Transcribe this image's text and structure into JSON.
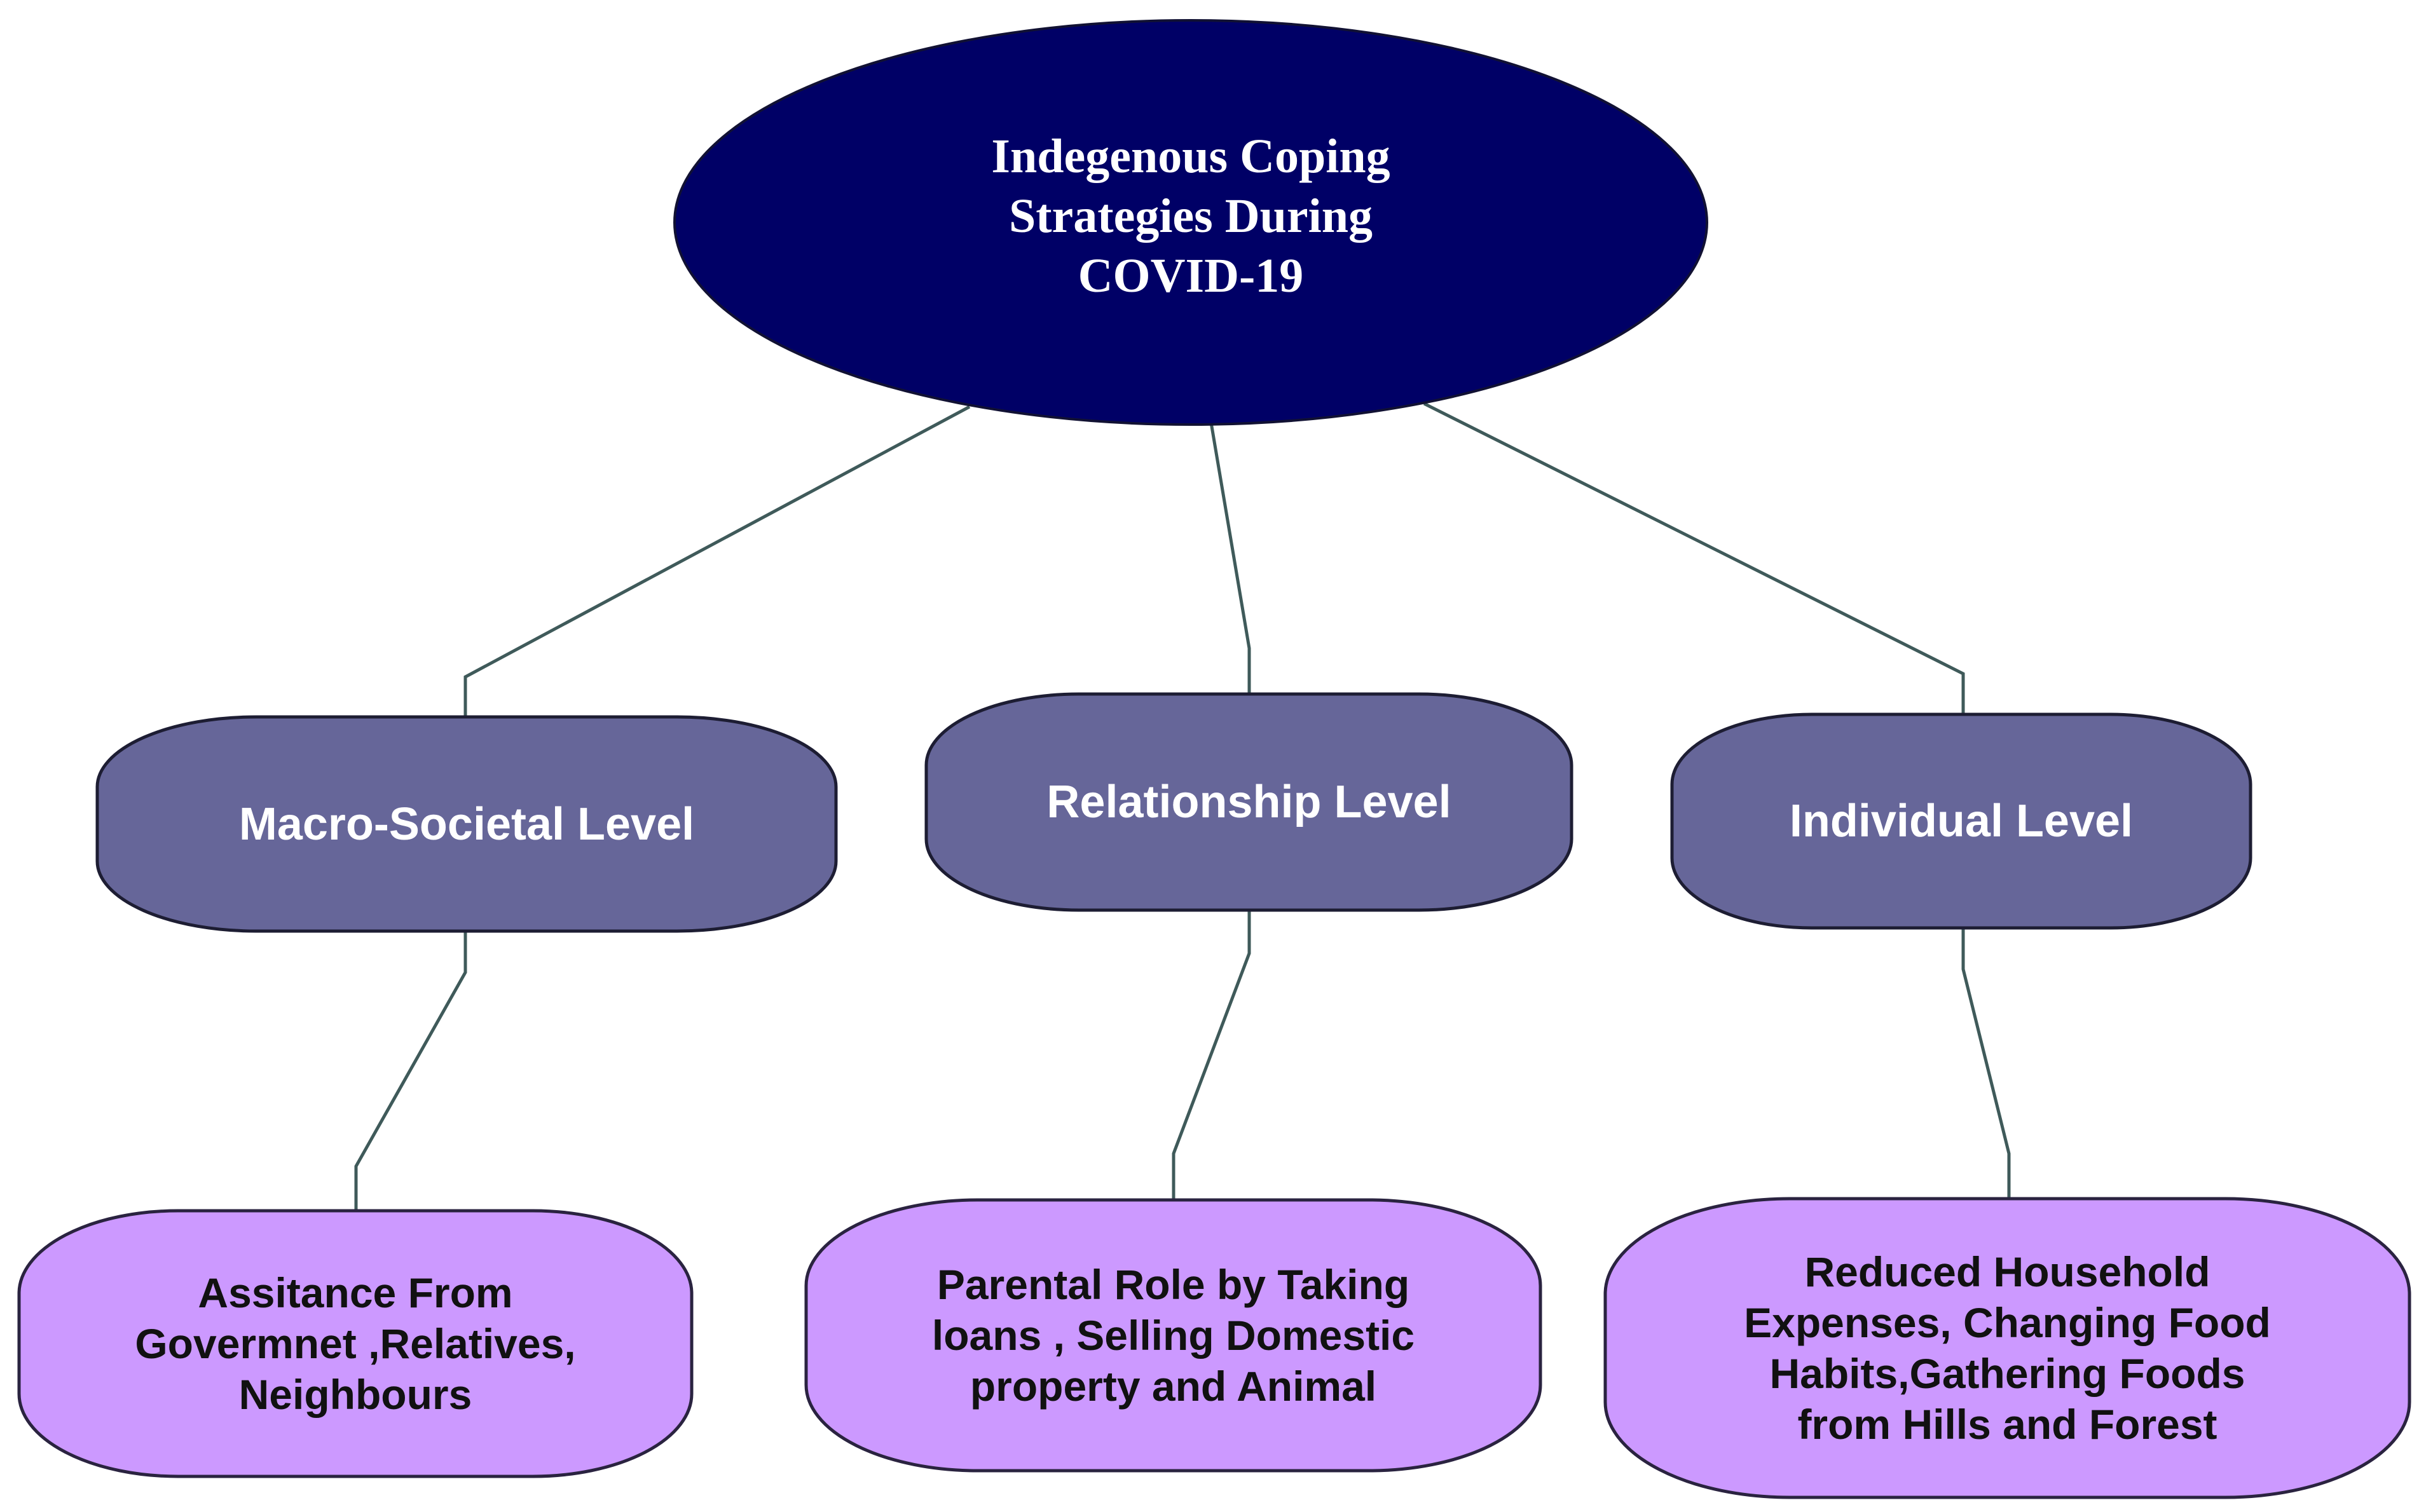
{
  "diagram": {
    "root": {
      "lines": [
        "Indegenous Coping",
        "Strategies During",
        "COVID-19"
      ]
    },
    "levels": [
      {
        "label": "Macro-Societal Level"
      },
      {
        "label": "Relationship Level"
      },
      {
        "label": "Individual Level"
      }
    ],
    "leaves": [
      {
        "lines": [
          "Assitance From",
          "Govermnet ,Relatives,",
          "Neighbours"
        ]
      },
      {
        "lines": [
          "Parental Role by Taking",
          "loans , Selling Domestic",
          "property and Animal"
        ]
      },
      {
        "lines": [
          "Reduced Household",
          "Expenses, Changing Food",
          "Habits,Gathering Foods",
          "from Hills and Forest"
        ]
      }
    ],
    "colors": {
      "root_fill": "#000066",
      "level_fill": "#666699",
      "leaf_fill": "#cc99ff",
      "connector": "#3f5a5a"
    }
  }
}
